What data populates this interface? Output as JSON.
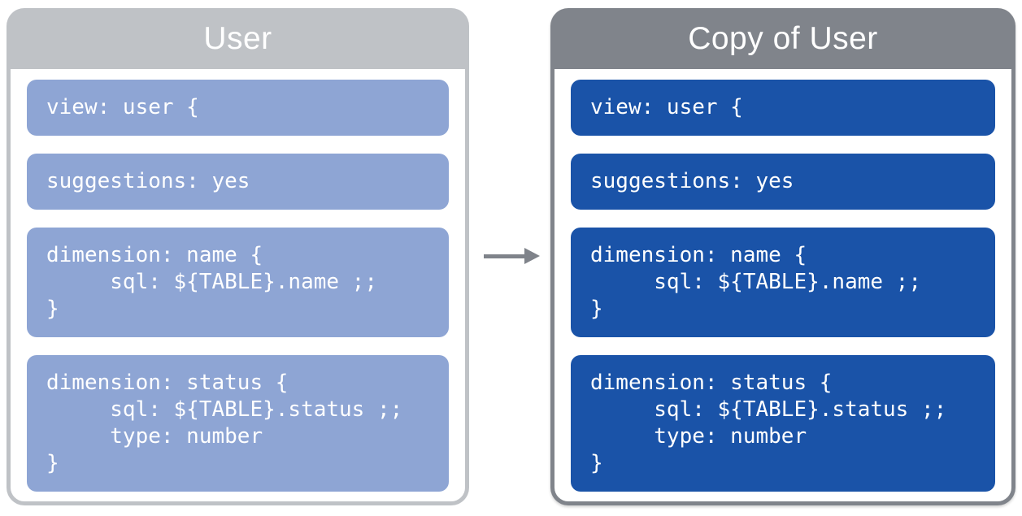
{
  "diagram": {
    "left_panel": {
      "title": "User",
      "blocks": [
        {
          "id": "view",
          "code": "view: user {"
        },
        {
          "id": "suggestions",
          "code": "suggestions: yes"
        },
        {
          "id": "dimension-name",
          "code": "dimension: name {\n     sql: ${TABLE}.name ;;\n}"
        },
        {
          "id": "dimension-status",
          "code": "dimension: status {\n     sql: ${TABLE}.status ;;\n     type: number\n}"
        }
      ]
    },
    "right_panel": {
      "title": "Copy of User",
      "blocks": [
        {
          "id": "view",
          "code": "view: user {"
        },
        {
          "id": "suggestions",
          "code": "suggestions: yes"
        },
        {
          "id": "dimension-name",
          "code": "dimension: name {\n     sql: ${TABLE}.name ;;\n}"
        },
        {
          "id": "dimension-status",
          "code": "dimension: status {\n     sql: ${TABLE}.status ;;\n     type: number\n}"
        }
      ]
    },
    "arrow": {
      "direction": "right"
    }
  },
  "colors": {
    "left_header": "#bfc2c6",
    "right_header": "#80848b",
    "left_block": "#8ea5d4",
    "right_block": "#1a53a8",
    "arrow_color": "#7f838a",
    "text_color": "#ffffff"
  }
}
